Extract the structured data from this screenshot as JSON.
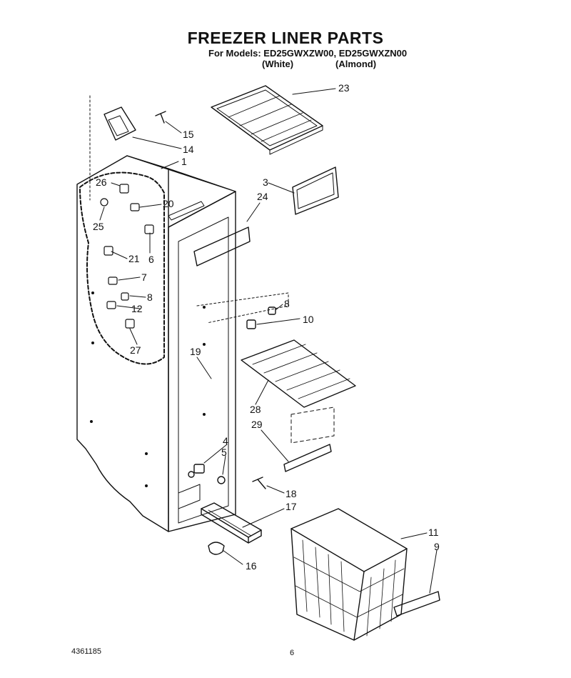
{
  "header": {
    "title": "FREEZER LINER PARTS",
    "models_line": "For Models: ED25GWXZW00, ED25GWXZN00",
    "variants": [
      {
        "label": "(White)"
      },
      {
        "label": "(Almond)"
      }
    ]
  },
  "callouts": [
    {
      "label": "23"
    },
    {
      "label": "15"
    },
    {
      "label": "14"
    },
    {
      "label": "1"
    },
    {
      "label": "26"
    },
    {
      "label": "20"
    },
    {
      "label": "25"
    },
    {
      "label": "21"
    },
    {
      "label": "6"
    },
    {
      "label": "7"
    },
    {
      "label": "8"
    },
    {
      "label": "12"
    },
    {
      "label": "27"
    },
    {
      "label": "3"
    },
    {
      "label": "24"
    },
    {
      "label": "8"
    },
    {
      "label": "10"
    },
    {
      "label": "19"
    },
    {
      "label": "28"
    },
    {
      "label": "29"
    },
    {
      "label": "4"
    },
    {
      "label": "5"
    },
    {
      "label": "18"
    },
    {
      "label": "17"
    },
    {
      "label": "11"
    },
    {
      "label": "9"
    },
    {
      "label": "16"
    }
  ],
  "footer": {
    "doc_number": "4361185",
    "page_number": "6"
  }
}
